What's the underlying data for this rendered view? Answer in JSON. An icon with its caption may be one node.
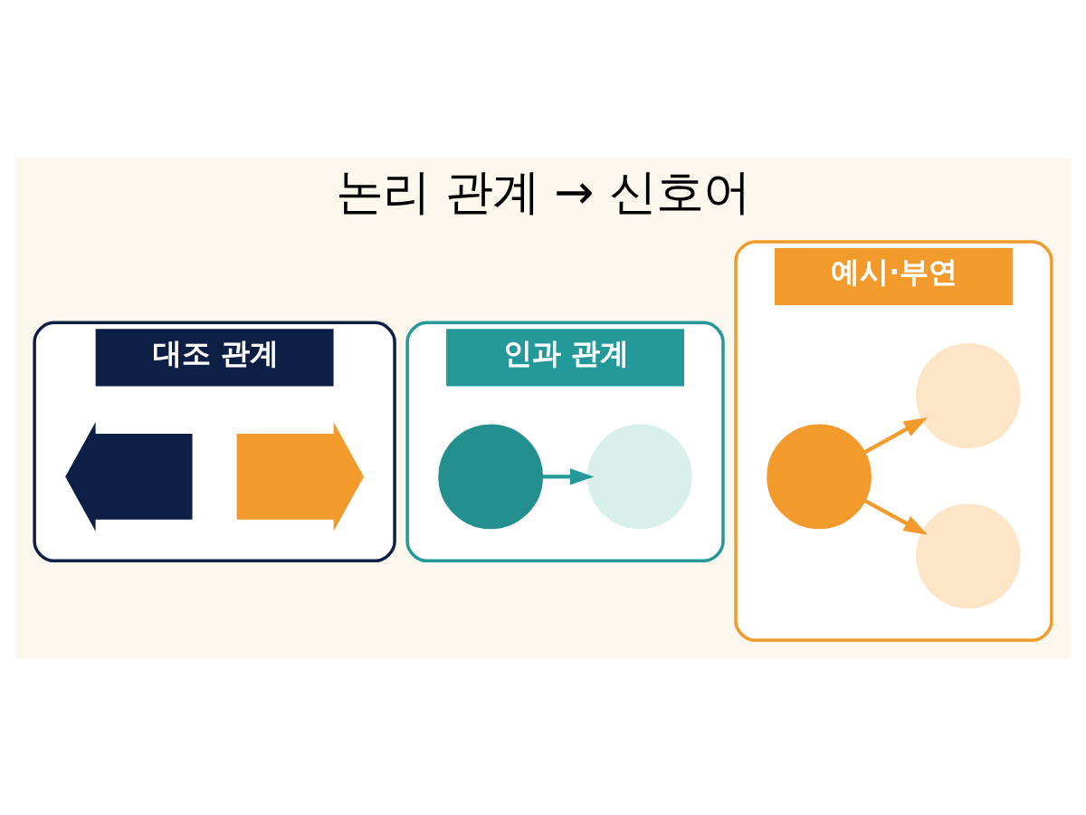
{
  "diagram": {
    "title": "논리 관계 → 신호어",
    "nodes": [
      {
        "text": [
          "대조 관계"
        ]
      },
      {
        "text": [
          "인과 관계"
        ]
      },
      {
        "text": [
          "예시·부연"
        ]
      },
      {
        "text": [],
        "shape": "arrow",
        "in": 0
      },
      {
        "text": [],
        "shape": "arrow",
        "in": 0
      },
      {
        "text": [],
        "shape": "circle",
        "in": 1
      },
      {
        "text": [],
        "shape": "circle",
        "in": 1
      },
      {
        "text": [],
        "shape": "circle",
        "in": 2
      },
      {
        "text": [],
        "shape": "circle",
        "in": 2
      },
      {
        "text": [],
        "shape": "circle",
        "in": 2
      }
    ],
    "edges": [
      {
        "from": 5,
        "to": 6,
        "arrow": "to",
        "color": "#23999a"
      },
      {
        "from": 7,
        "to": 8,
        "arrow": "to"
      },
      {
        "from": 7,
        "to": 9,
        "arrow": "to"
      }
    ]
  }
}
